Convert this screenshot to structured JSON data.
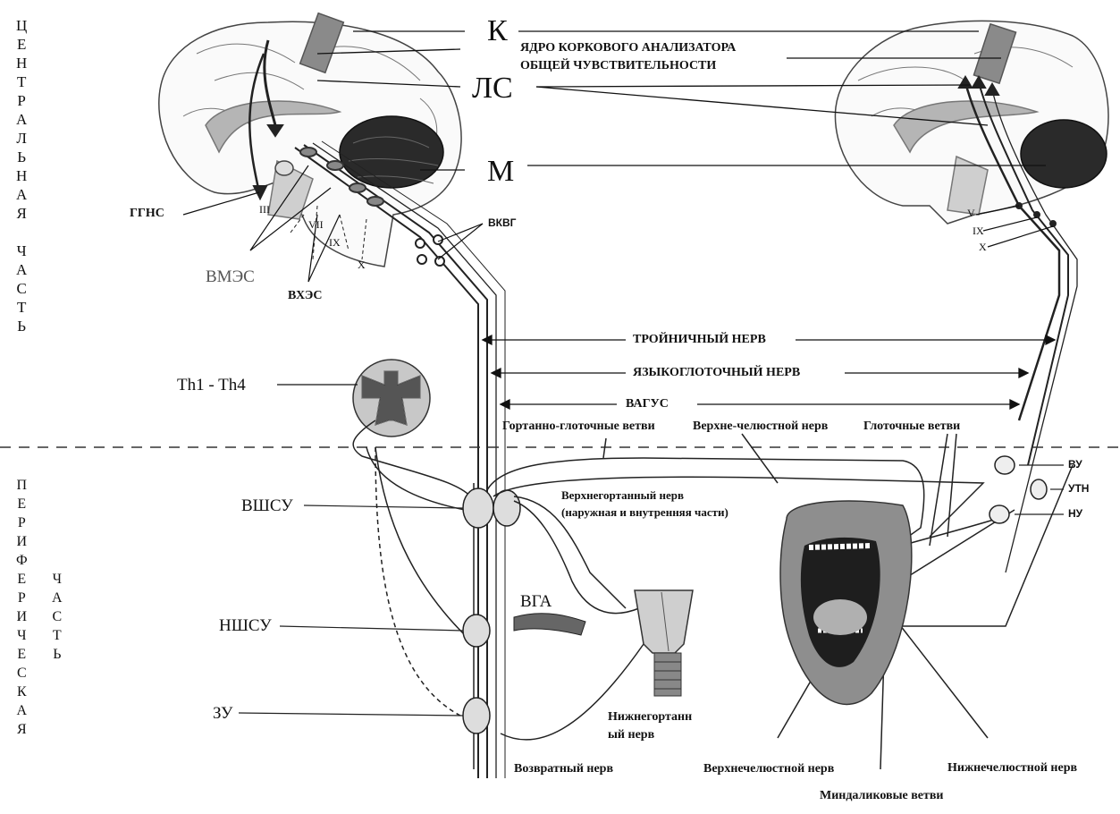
{
  "side_labels": {
    "central": [
      "Ц",
      "Е",
      "Н",
      "Т",
      "Р",
      "А",
      "Л",
      "Ь",
      "Н",
      "А",
      "Я",
      "",
      "Ч",
      "А",
      "С",
      "Т",
      "Ь"
    ],
    "peripheral_word1": [
      "П",
      "Е",
      "Р",
      "И",
      "Ф",
      "Е",
      "Р",
      "И",
      "Ч",
      "Е",
      "С",
      "К",
      "А",
      "Я"
    ],
    "peripheral_word2": [
      "Ч",
      "А",
      "С",
      "Т",
      "Ь"
    ]
  },
  "brain_labels": {
    "k": "К",
    "ls": "ЛС",
    "m": "М",
    "nucleus_line1": "ЯДРО КОРКОВОГО АНАЛИЗАТОРА",
    "nucleus_line2": "ОБЩЕЙ ЧУВСТВИТЕЛЬНОСТИ"
  },
  "left_labels": {
    "ggns": "ГГНС",
    "vmes": "ВМЭС",
    "vhes": "ВХЭС",
    "vkvg": "ВКВГ",
    "iii": "III",
    "vii": "VII",
    "ix": "IX",
    "x": "X",
    "th": "Th1 - Th4",
    "vshsu": "ВШСУ",
    "nshsu": "НШСУ",
    "zu": "ЗУ",
    "vga": "ВГА"
  },
  "right_labels": {
    "v": "V",
    "ix": "IX",
    "x": "X",
    "vu": "ВУ",
    "utn": "УТН",
    "nu": "НУ"
  },
  "nerves": {
    "trigeminal": "ТРОЙНИЧНЫЙ НЕРВ",
    "glossopharyngeal": "ЯЗЫКОГЛОТОЧНЫЙ НЕРВ",
    "vagus": "ВАГУС"
  },
  "branch_labels": {
    "laryngo_pharyngeal": "Гортанно-глоточные ветви",
    "upper_maxillary_top": "Верхне-челюстной нерв",
    "pharyngeal": "Глоточные ветви",
    "upper_laryngeal_1": "Верхнегортанный нерв",
    "upper_laryngeal_2": "(наружная и внутренняя части)",
    "lower_laryngeal_1": "Нижнегортанн",
    "lower_laryngeal_2": "ый нерв",
    "recurrent": "Возвратный нерв",
    "upper_maxillary_bottom": "Верхнечелюстной нерв",
    "lower_jaw": "Нижнечелюстной нерв",
    "tonsil": "Миндаликовые ветви"
  }
}
